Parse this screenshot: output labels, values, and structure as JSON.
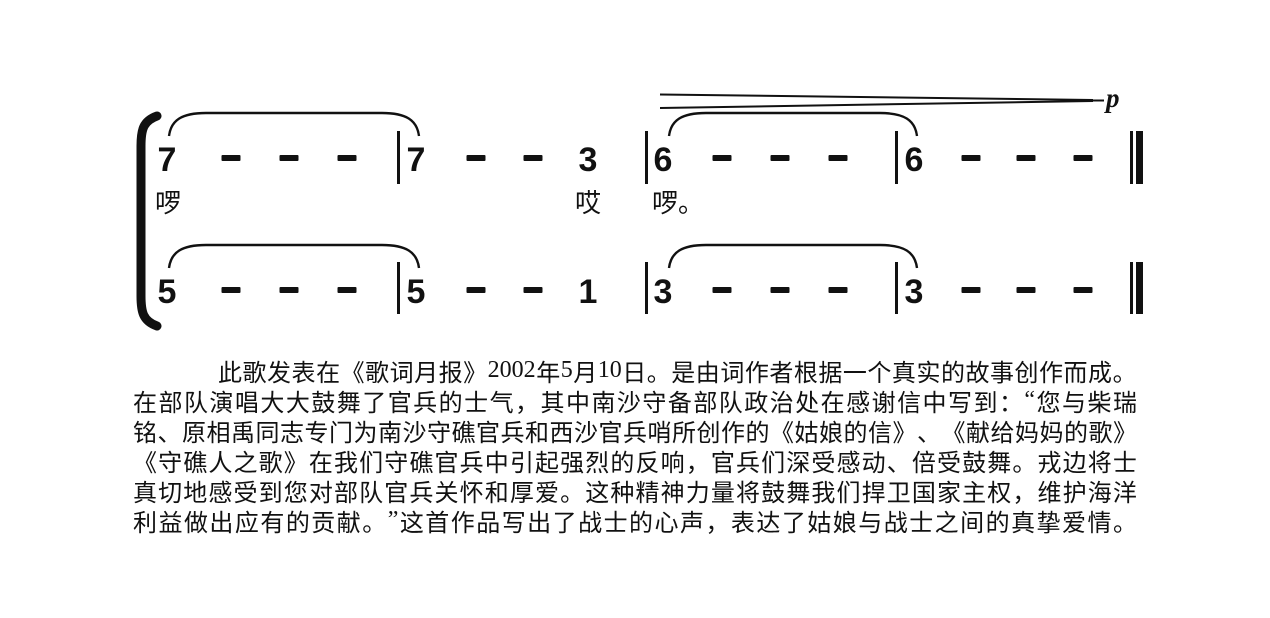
{
  "score": {
    "dynamic_marking": "p",
    "voices": [
      {
        "name": "voice-1",
        "measures": [
          [
            "7",
            "-",
            "-",
            "-"
          ],
          [
            "7",
            "-",
            "-",
            "3"
          ],
          [
            "6",
            "-",
            "-",
            "-"
          ],
          [
            "6",
            "-",
            "-",
            "-"
          ]
        ]
      },
      {
        "name": "voice-2",
        "measures": [
          [
            "5",
            "-",
            "-",
            "-"
          ],
          [
            "5",
            "-",
            "-",
            "1"
          ],
          [
            "3",
            "-",
            "-",
            "-"
          ],
          [
            "3",
            "-",
            "-",
            "-"
          ]
        ]
      }
    ],
    "lyrics": [
      "啰",
      "哎",
      "啰。"
    ]
  },
  "paragraph": {
    "lines": [
      "此歌发表在《歌词月报》2002 年5月10 日。是由词作者根据一个真实的故事创作而成。",
      "在部队演唱大大鼓舞了官兵的士气，其中南沙守备部队政治处在感谢信中写到：“您与柴瑞",
      "铭、原相禹同志专门为南沙守礁官兵和西沙官兵哨所创作的《姑娘的信》、《献给妈妈的歌》",
      "《守礁人之歌》在我们守礁官兵中引起强烈的反响，官兵们深受感动、倍受鼓舞。戎边将士",
      "真切地感受到您对部队官兵关怀和厚爱。这种精神力量将鼓舞我们捍卫国家主权，维护海洋",
      "利益做出应有的贡献。”这首作品写出了战士的心声，表达了姑娘与战士之间的真挚爱情。"
    ]
  }
}
